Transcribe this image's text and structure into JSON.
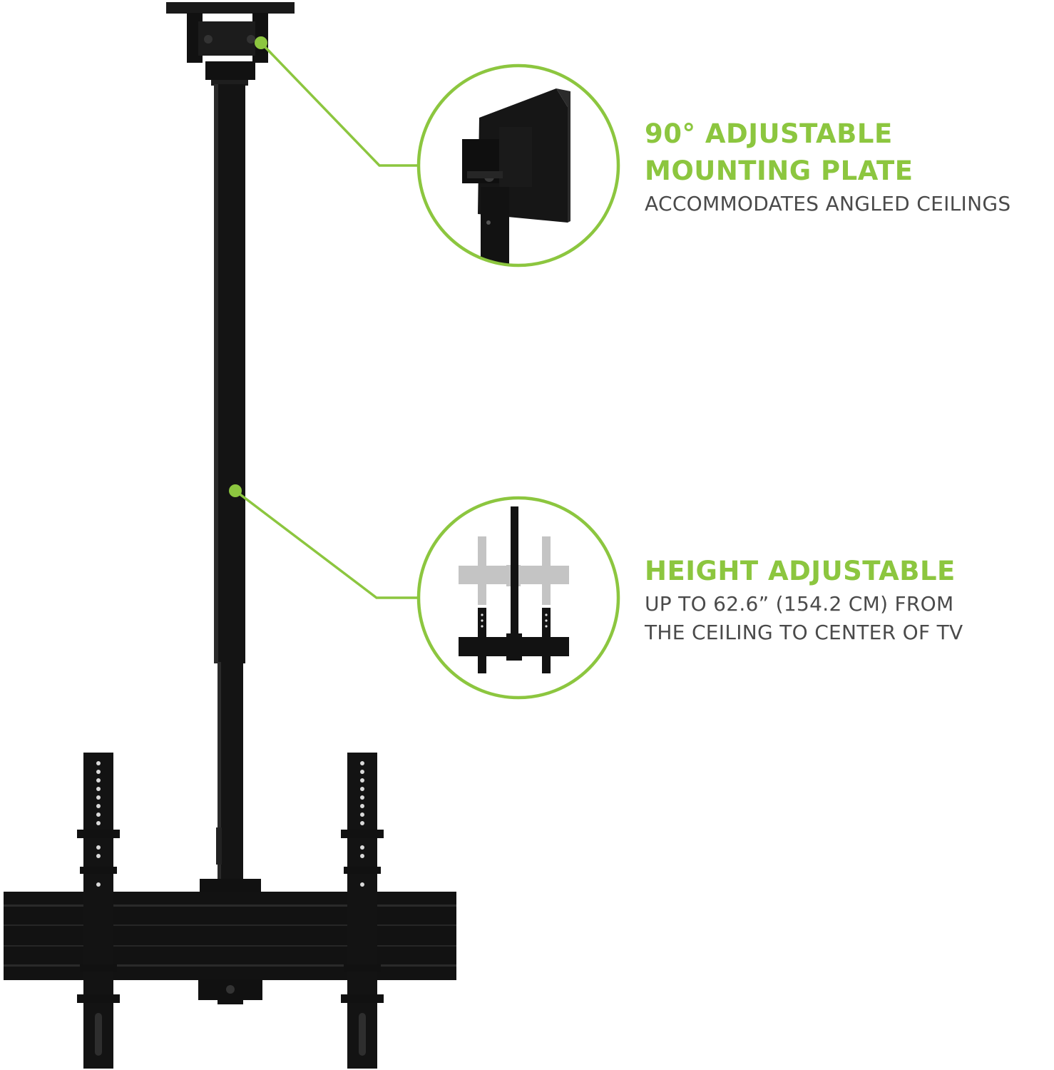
{
  "colors": {
    "accent": "#8cc63f",
    "subtext": "#4a4a4a",
    "hardware": "#111111",
    "ghost": "#bdbdbd"
  },
  "icons": {
    "mount": "ceiling-tv-mount-icon",
    "plate_detail": "mounting-plate-detail-icon",
    "height_detail": "height-adjust-detail-icon"
  },
  "callouts": [
    {
      "headline_lines": [
        "90° ADJUSTABLE",
        "MOUNTING PLATE"
      ],
      "subtext_lines": [
        "ACCOMMODATES ANGLED CEILINGS"
      ]
    },
    {
      "headline_lines": [
        "HEIGHT ADJUSTABLE"
      ],
      "subtext_lines": [
        "UP TO 62.6” (154.2 CM) FROM",
        "THE CEILING TO CENTER OF TV"
      ]
    }
  ]
}
